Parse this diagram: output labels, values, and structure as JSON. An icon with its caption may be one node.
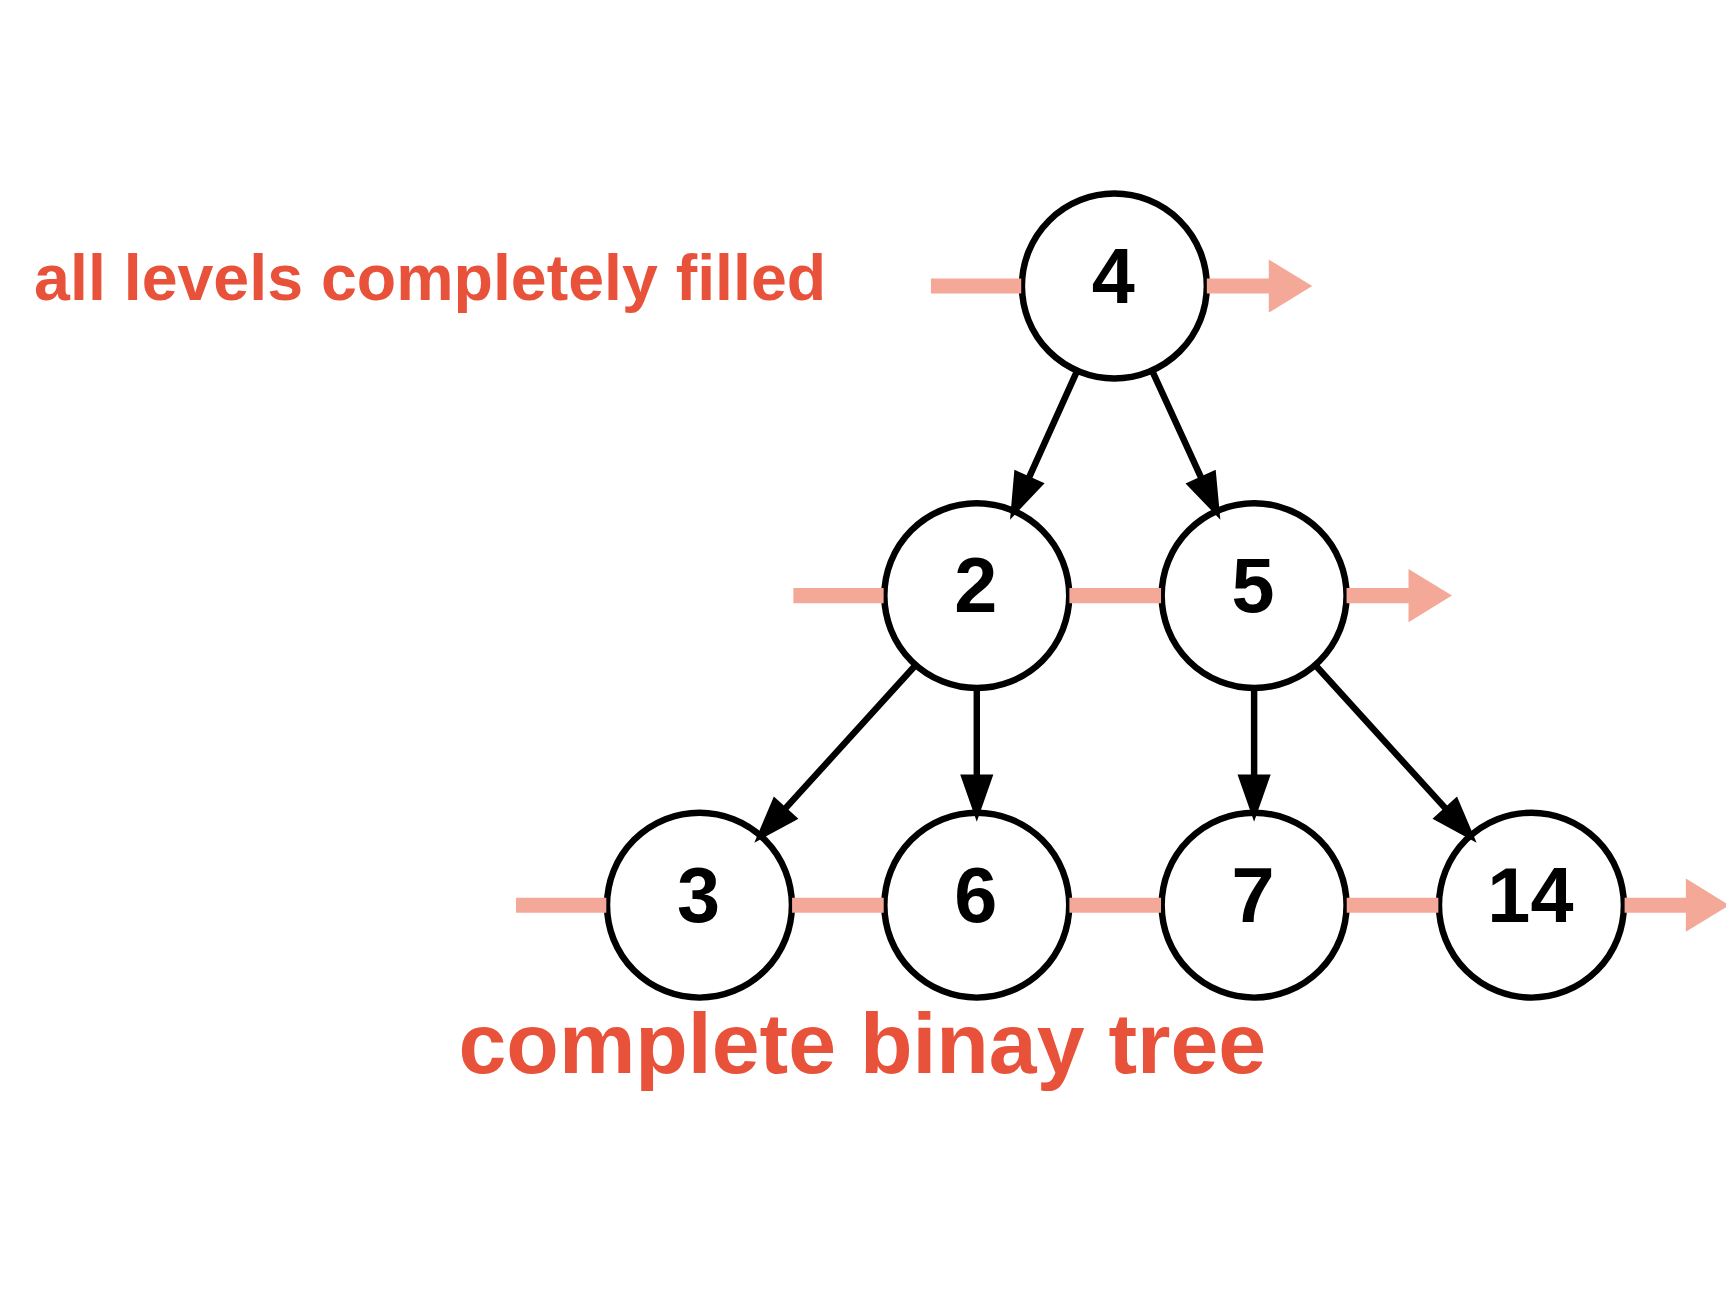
{
  "diagram": {
    "caption": "complete binay tree",
    "nodes": [
      {
        "text": [
          "4"
        ]
      },
      {
        "text": [
          "2"
        ]
      },
      {
        "text": [
          "5"
        ]
      },
      {
        "text": [
          "3"
        ]
      },
      {
        "text": [
          "6"
        ]
      },
      {
        "text": [
          "7"
        ]
      },
      {
        "text": [
          "14"
        ]
      }
    ],
    "edges": [
      {
        "from": 0,
        "to": 1,
        "arrow": "to",
        "color": "#000000"
      },
      {
        "from": 0,
        "to": 2,
        "arrow": "to",
        "color": "#000000"
      },
      {
        "from": 1,
        "to": 3,
        "arrow": "to",
        "color": "#000000"
      },
      {
        "from": 1,
        "to": 4,
        "arrow": "to",
        "color": "#000000"
      },
      {
        "from": 2,
        "to": 5,
        "arrow": "to",
        "color": "#000000"
      },
      {
        "from": 2,
        "to": 6,
        "arrow": "to",
        "color": "#000000"
      },
      {
        "from": null,
        "to": 0,
        "arrow": "none"
      },
      {
        "from": 0,
        "to": null,
        "arrow": "to"
      },
      {
        "from": null,
        "to": 1,
        "arrow": "none"
      },
      {
        "from": 1,
        "to": 2,
        "arrow": "none"
      },
      {
        "from": 2,
        "to": null,
        "arrow": "to"
      },
      {
        "from": null,
        "to": 3,
        "arrow": "none"
      },
      {
        "from": 3,
        "to": 4,
        "arrow": "none"
      },
      {
        "from": 4,
        "to": 5,
        "arrow": "none"
      },
      {
        "from": 5,
        "to": 6,
        "arrow": "none"
      },
      {
        "from": 6,
        "to": null,
        "arrow": "to"
      }
    ],
    "labels": [
      "all levels completely filled"
    ]
  }
}
